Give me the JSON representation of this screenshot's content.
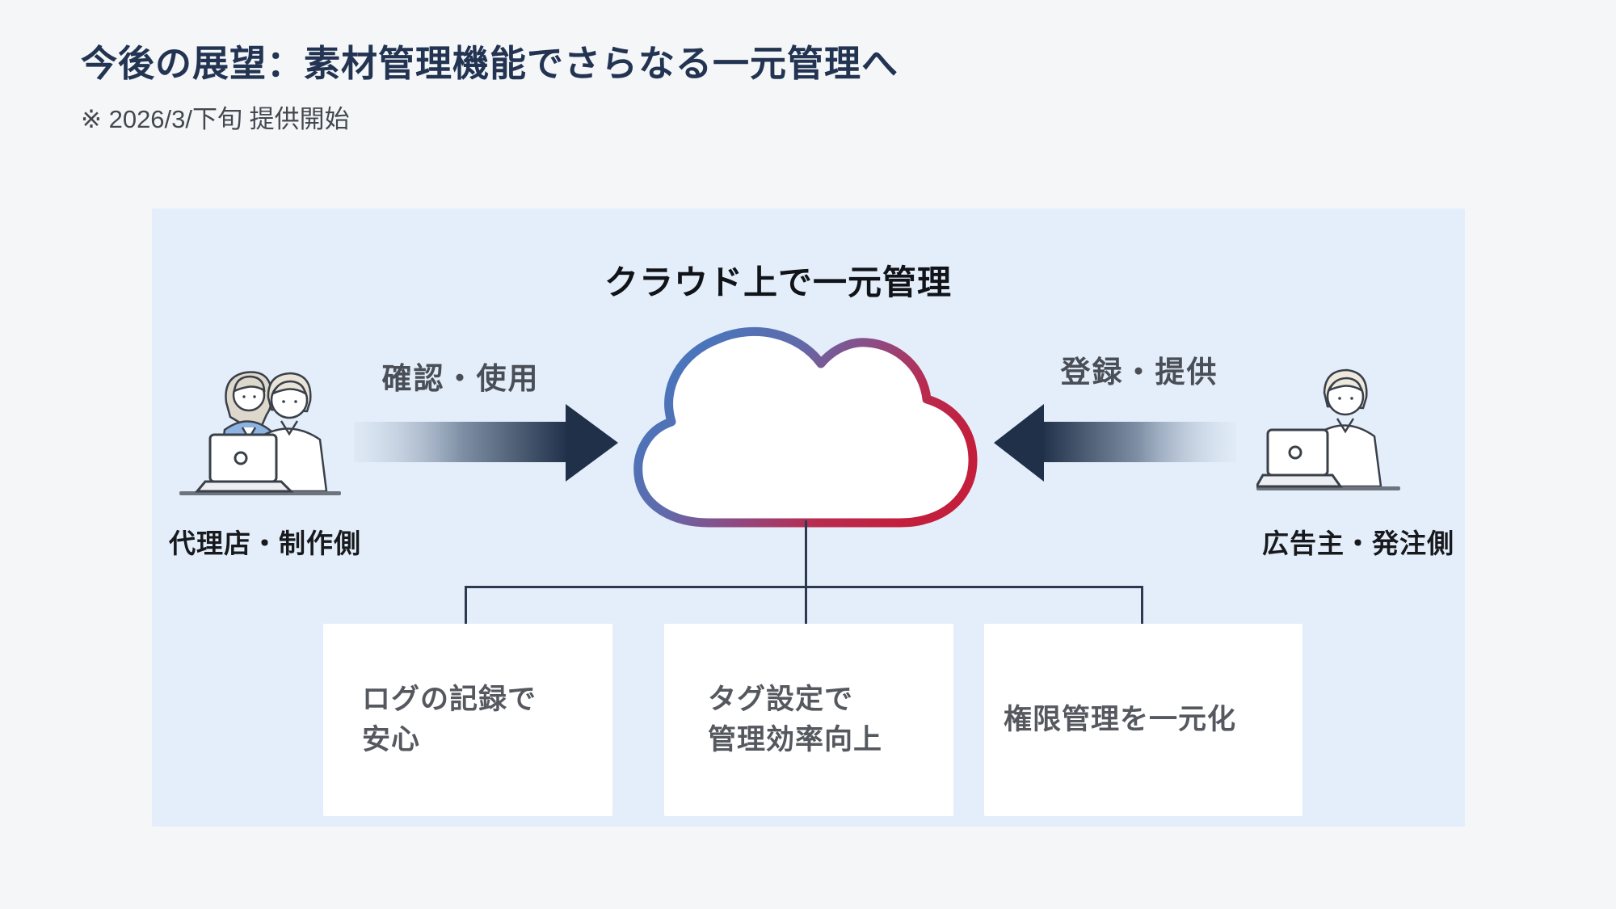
{
  "page": {
    "title": "今後の展望：素材管理機能でさらなる一元管理へ",
    "subtitle": "※ 2026/3/下旬 提供開始"
  },
  "diagram": {
    "heading": "クラウド上で一元管理",
    "cloud_icon": "cloud-outline-gradient-icon",
    "left_actor": {
      "label": "代理店・制作側",
      "arrow_label": "確認・使用",
      "arrow_direction": "right",
      "illustration": "two-people-at-laptop"
    },
    "right_actor": {
      "label": "広告主・発注側",
      "arrow_label": "登録・提供",
      "arrow_direction": "left",
      "illustration": "person-at-laptop"
    },
    "benefit_boxes": [
      {
        "line1": "ログの記録で",
        "line2": "安心"
      },
      {
        "line1": "タグ設定で",
        "line2": "管理効率向上"
      },
      {
        "line1": "権限管理を一元化"
      }
    ],
    "colors": {
      "page_bg": "#f5f6f8",
      "panel_bg": "#e4eefa",
      "title_text": "#223452",
      "cloud_gradient_start": "#3e7bc4",
      "cloud_gradient_mid": "#7a5694",
      "cloud_gradient_end": "#c31e3c",
      "arrow_navy": "#1f3048",
      "connector": "#2b3a50"
    }
  }
}
